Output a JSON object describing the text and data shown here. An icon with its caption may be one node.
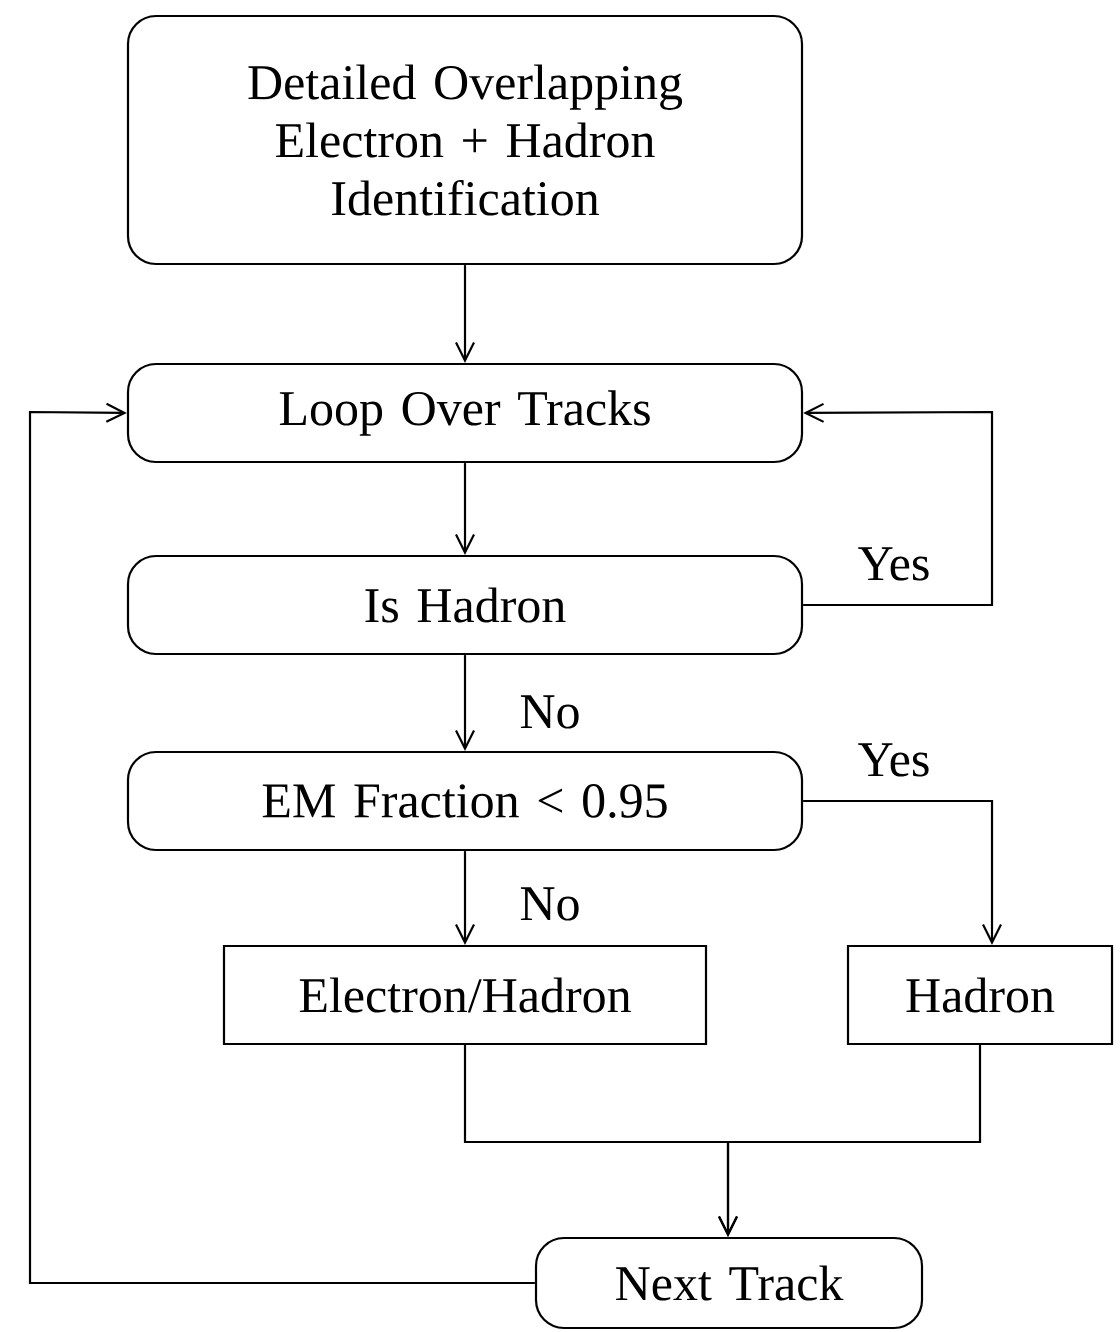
{
  "diagram": {
    "nodes": [
      {
        "text": [
          "Detailed Overlapping Electron + Hadron Identification"
        ]
      },
      {
        "text": [
          "Loop Over Tracks"
        ]
      },
      {
        "text": [
          "Is Hadron"
        ]
      },
      {
        "text": [
          "EM Fraction < 0.95"
        ]
      },
      {
        "text": [
          "Electron/Hadron"
        ]
      },
      {
        "text": [
          "Hadron"
        ]
      },
      {
        "text": [
          "Next Track"
        ]
      }
    ],
    "edges": [
      {
        "from": 0,
        "to": 1,
        "arrow": "to"
      },
      {
        "from": 1,
        "to": 2,
        "arrow": "to"
      },
      {
        "from": 2,
        "to": 1,
        "arrow": "to",
        "label": "Yes"
      },
      {
        "from": 2,
        "to": 3,
        "arrow": "to",
        "label": "No"
      },
      {
        "from": 3,
        "to": 4,
        "arrow": "to",
        "label": "No"
      },
      {
        "from": 3,
        "to": 5,
        "arrow": "to",
        "label": "Yes"
      },
      {
        "from": 4,
        "to": 6,
        "arrow": "to"
      },
      {
        "from": 5,
        "to": 6,
        "arrow": "to"
      },
      {
        "from": 6,
        "to": 1,
        "arrow": "to"
      }
    ]
  }
}
